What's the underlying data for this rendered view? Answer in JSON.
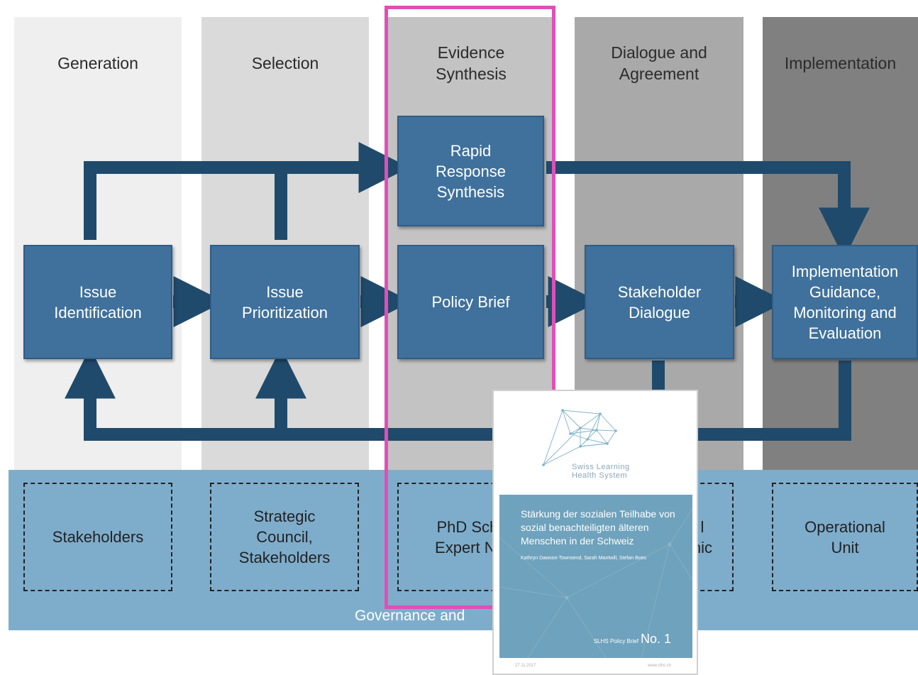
{
  "columns": [
    {
      "title": "Generation"
    },
    {
      "title": "Selection"
    },
    {
      "title": "Evidence\nSynthesis"
    },
    {
      "title": "Dialogue and\nAgreement"
    },
    {
      "title": "Implementation"
    }
  ],
  "boxes": {
    "rapid_response": "Rapid\nResponse\nSynthesis",
    "issue_identification": "Issue\nIdentification",
    "issue_prioritization": "Issue\nPrioritization",
    "policy_brief": "Policy Brief",
    "stakeholder_dialogue": "Stakeholder\nDialogue",
    "implementation_guidance": "Implementation\nGuidance,\nMonitoring and\nEvaluation"
  },
  "actors": [
    {
      "label": "Stakeholders"
    },
    {
      "label": "Strategic\nCouncil,\nStakeholders"
    },
    {
      "label": "PhD Scho\nExpert Net"
    },
    {
      "label": "l\nnic"
    },
    {
      "label": "Operational\nUnit"
    }
  ],
  "band": {
    "label": "Governance and"
  },
  "brief": {
    "org": "Swiss Learning\nHealth System",
    "title": "Stärkung der sozialen Teilhabe von sozial benachteiligten älteren Menschen in der Schweiz",
    "authors": "Kathryn Dawson-Townsend, Sarah Mantwill, Stefan Boes",
    "series": "SLHS Policy Brief",
    "number": "No. 1",
    "date": "27.11.2017",
    "web": "www.slhs.ch"
  },
  "colors": {
    "box": "#3f719c",
    "arrow": "#1f4a6b",
    "band": "#7eadcc",
    "highlight": "#e04fb8",
    "brief_panel": "#6fa2bc"
  }
}
